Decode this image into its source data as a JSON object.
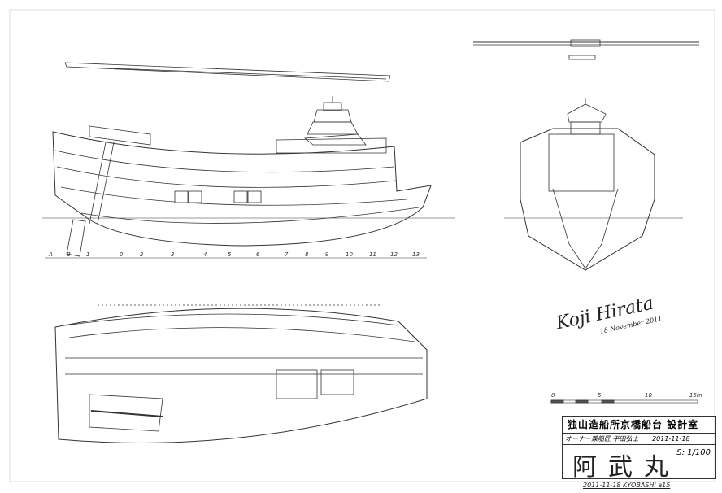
{
  "title_block": {
    "shipyard": "独山造船所京橋船台 設計室",
    "designer_line": "オーナー兼船匠 平田弘士",
    "date": "2011-11-18",
    "ship_name": "阿武丸",
    "scale": "S: 1/100"
  },
  "footer_note": "2011-11-18 KYOBASHI a15",
  "signature": {
    "name": "Koji Hirata",
    "date": "18 November 2011"
  },
  "scale_bar": {
    "labels": [
      "0",
      "5",
      "10",
      "15m"
    ]
  },
  "stations": [
    "A",
    "B",
    "1",
    "0",
    "2",
    "3",
    "4",
    "5",
    "6",
    "7",
    "8",
    "9",
    "10",
    "11",
    "12",
    "13"
  ]
}
